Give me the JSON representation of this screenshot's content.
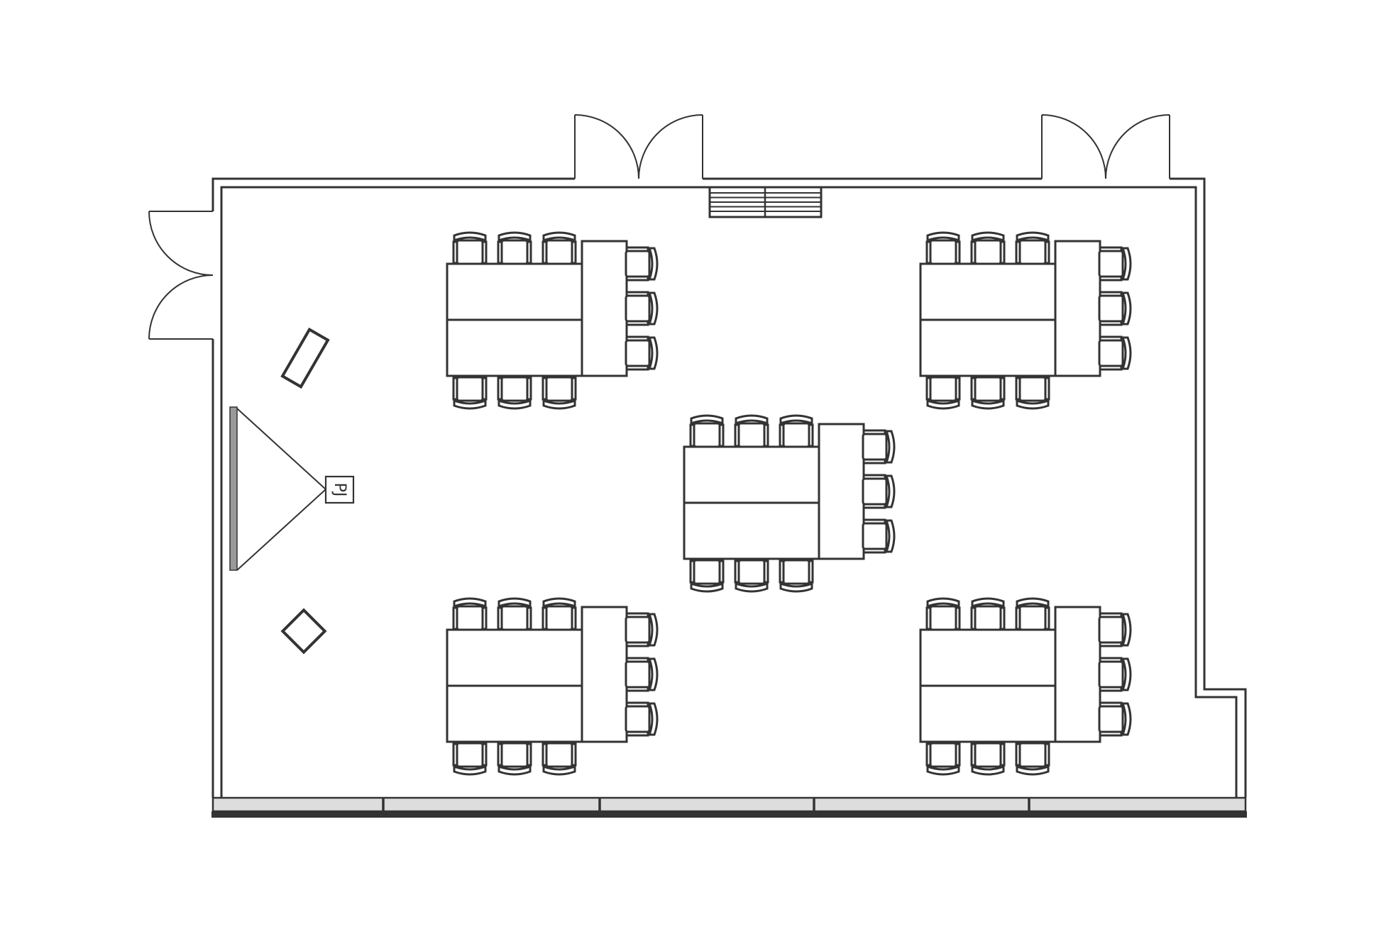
{
  "projector": {
    "label": "PJ"
  },
  "room": {
    "doors": [
      {
        "name": "double-door-top-left",
        "wall": "top"
      },
      {
        "name": "double-door-top-right",
        "wall": "top"
      },
      {
        "name": "double-door-left",
        "wall": "left"
      }
    ],
    "table_groups": [
      {
        "name": "table-group-top-left",
        "chairs_long_side": 3,
        "chairs_short_side": 3
      },
      {
        "name": "table-group-top-right",
        "chairs_long_side": 3,
        "chairs_short_side": 3
      },
      {
        "name": "table-group-center",
        "chairs_long_side": 3,
        "chairs_short_side": 3
      },
      {
        "name": "table-group-bottom-left",
        "chairs_long_side": 3,
        "chairs_short_side": 3
      },
      {
        "name": "table-group-bottom-right",
        "chairs_long_side": 3,
        "chairs_short_side": 3
      }
    ],
    "colors": {
      "line": "#333333",
      "window": "#dddddd",
      "screen": "#999999"
    }
  }
}
